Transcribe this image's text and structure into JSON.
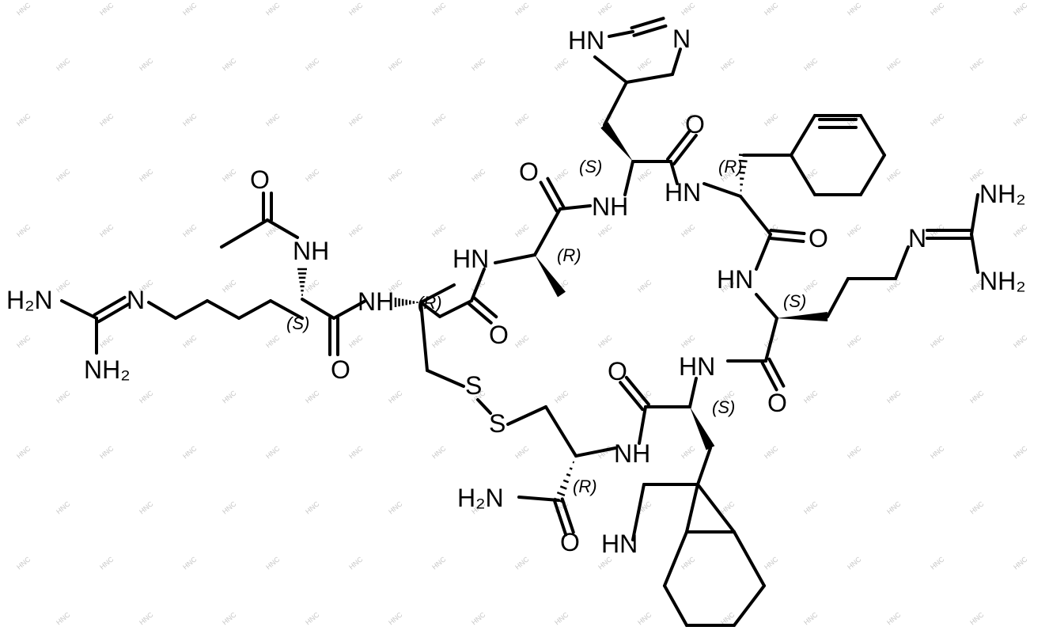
{
  "atoms": {
    "nh2_guan_left_top": "H₂N",
    "n_guan_left": "N",
    "nh2_guan_left_bottom": "NH₂",
    "o_acetyl": "O",
    "nh_acetyl": "NH",
    "o_arg1": "O",
    "nh_cys1": "NH",
    "o_cys1": "O",
    "s_1": "S",
    "s_2": "S",
    "hn_ala": "HN",
    "o_ala": "O",
    "nh_his": "NH",
    "hn_imid": "HN",
    "n_imid": "N",
    "o_his": "O",
    "hn_phe": "HN",
    "o_phe": "O",
    "hn_arg2": "HN",
    "n_guan_right": "N",
    "nh2_guan_right_top": "NH₂",
    "nh2_guan_right_bottom": "NH₂",
    "hn_trp": "HN",
    "o_arg2": "O",
    "o_trp": "O",
    "nh_cys2": "NH",
    "h2n_amide": "H₂N",
    "o_amide": "O",
    "hn_indole": "HN"
  },
  "stereo": {
    "arg1": "(S)",
    "cys1": "(R)",
    "ala": "(R)",
    "his": "(S)",
    "phe": "(R)",
    "arg2": "(S)",
    "trp": "(S)",
    "cys2": "(R)"
  },
  "watermark": "HNC"
}
